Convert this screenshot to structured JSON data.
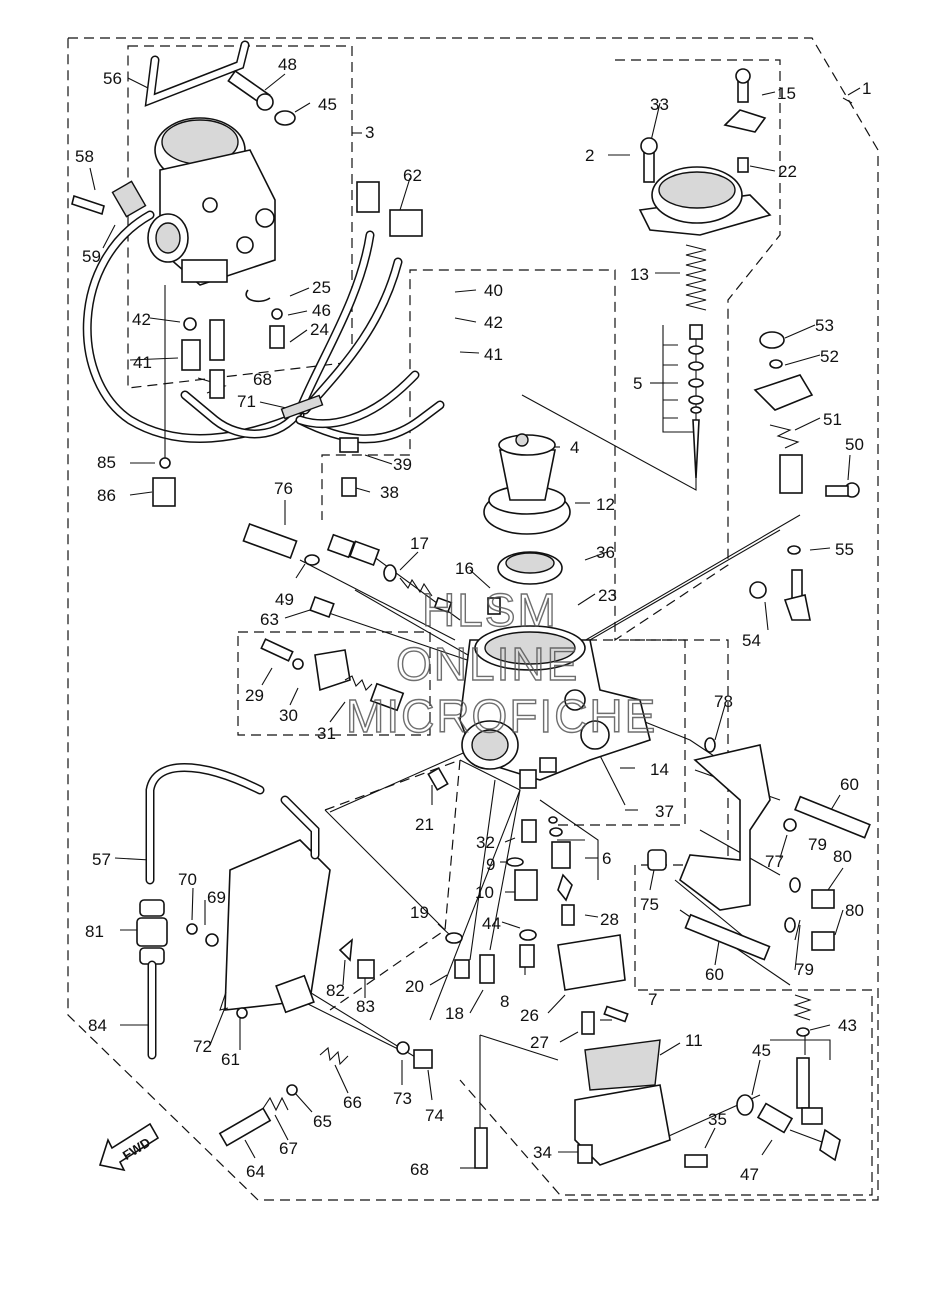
{
  "diagram": {
    "callouts": [
      {
        "id": "c1",
        "text": "1"
      },
      {
        "id": "c2",
        "text": "2"
      },
      {
        "id": "c3",
        "text": "3"
      },
      {
        "id": "c4",
        "text": "4"
      },
      {
        "id": "c5",
        "text": "5"
      },
      {
        "id": "c6",
        "text": "6"
      },
      {
        "id": "c7",
        "text": "7"
      },
      {
        "id": "c8",
        "text": "8"
      },
      {
        "id": "c9",
        "text": "9"
      },
      {
        "id": "c10",
        "text": "10"
      },
      {
        "id": "c11",
        "text": "11"
      },
      {
        "id": "c12",
        "text": "12"
      },
      {
        "id": "c13",
        "text": "13"
      },
      {
        "id": "c14",
        "text": "14"
      },
      {
        "id": "c15",
        "text": "15"
      },
      {
        "id": "c16",
        "text": "16"
      },
      {
        "id": "c17",
        "text": "17"
      },
      {
        "id": "c18",
        "text": "18"
      },
      {
        "id": "c19",
        "text": "19"
      },
      {
        "id": "c20",
        "text": "20"
      },
      {
        "id": "c21",
        "text": "21"
      },
      {
        "id": "c22",
        "text": "22"
      },
      {
        "id": "c23",
        "text": "23"
      },
      {
        "id": "c24",
        "text": "24"
      },
      {
        "id": "c25",
        "text": "25"
      },
      {
        "id": "c26",
        "text": "26"
      },
      {
        "id": "c27",
        "text": "27"
      },
      {
        "id": "c28",
        "text": "28"
      },
      {
        "id": "c29",
        "text": "29"
      },
      {
        "id": "c30",
        "text": "30"
      },
      {
        "id": "c31",
        "text": "31"
      },
      {
        "id": "c32",
        "text": "32"
      },
      {
        "id": "c33",
        "text": "33"
      },
      {
        "id": "c34",
        "text": "34"
      },
      {
        "id": "c35",
        "text": "35"
      },
      {
        "id": "c36",
        "text": "36"
      },
      {
        "id": "c37",
        "text": "37"
      },
      {
        "id": "c38",
        "text": "38"
      },
      {
        "id": "c39",
        "text": "39"
      },
      {
        "id": "c40",
        "text": "40"
      },
      {
        "id": "c41a",
        "text": "41"
      },
      {
        "id": "c41b",
        "text": "41"
      },
      {
        "id": "c42a",
        "text": "42"
      },
      {
        "id": "c42b",
        "text": "42"
      },
      {
        "id": "c43",
        "text": "43"
      },
      {
        "id": "c44",
        "text": "44"
      },
      {
        "id": "c45a",
        "text": "45"
      },
      {
        "id": "c45b",
        "text": "45"
      },
      {
        "id": "c46",
        "text": "46"
      },
      {
        "id": "c47",
        "text": "47"
      },
      {
        "id": "c48",
        "text": "48"
      },
      {
        "id": "c49",
        "text": "49"
      },
      {
        "id": "c50",
        "text": "50"
      },
      {
        "id": "c51",
        "text": "51"
      },
      {
        "id": "c52",
        "text": "52"
      },
      {
        "id": "c53",
        "text": "53"
      },
      {
        "id": "c54",
        "text": "54"
      },
      {
        "id": "c55",
        "text": "55"
      },
      {
        "id": "c56",
        "text": "56"
      },
      {
        "id": "c57",
        "text": "57"
      },
      {
        "id": "c58",
        "text": "58"
      },
      {
        "id": "c59",
        "text": "59"
      },
      {
        "id": "c60a",
        "text": "60"
      },
      {
        "id": "c60b",
        "text": "60"
      },
      {
        "id": "c61",
        "text": "61"
      },
      {
        "id": "c62",
        "text": "62"
      },
      {
        "id": "c63",
        "text": "63"
      },
      {
        "id": "c64",
        "text": "64"
      },
      {
        "id": "c65",
        "text": "65"
      },
      {
        "id": "c66",
        "text": "66"
      },
      {
        "id": "c67",
        "text": "67"
      },
      {
        "id": "c68a",
        "text": "68"
      },
      {
        "id": "c68b",
        "text": "68"
      },
      {
        "id": "c69",
        "text": "69"
      },
      {
        "id": "c70",
        "text": "70"
      },
      {
        "id": "c71",
        "text": "71"
      },
      {
        "id": "c72",
        "text": "72"
      },
      {
        "id": "c73",
        "text": "73"
      },
      {
        "id": "c74",
        "text": "74"
      },
      {
        "id": "c75",
        "text": "75"
      },
      {
        "id": "c76",
        "text": "76"
      },
      {
        "id": "c77",
        "text": "77"
      },
      {
        "id": "c78",
        "text": "78"
      },
      {
        "id": "c79a",
        "text": "79"
      },
      {
        "id": "c79b",
        "text": "79"
      },
      {
        "id": "c80a",
        "text": "80"
      },
      {
        "id": "c80b",
        "text": "80"
      },
      {
        "id": "c81",
        "text": "81"
      },
      {
        "id": "c82",
        "text": "82"
      },
      {
        "id": "c83",
        "text": "83"
      },
      {
        "id": "c84",
        "text": "84"
      },
      {
        "id": "c85",
        "text": "85"
      },
      {
        "id": "c86",
        "text": "86"
      }
    ],
    "watermark": [
      "HLSM",
      "ONLINE",
      "MICROFICHE"
    ],
    "direction_marker": "FWD"
  }
}
